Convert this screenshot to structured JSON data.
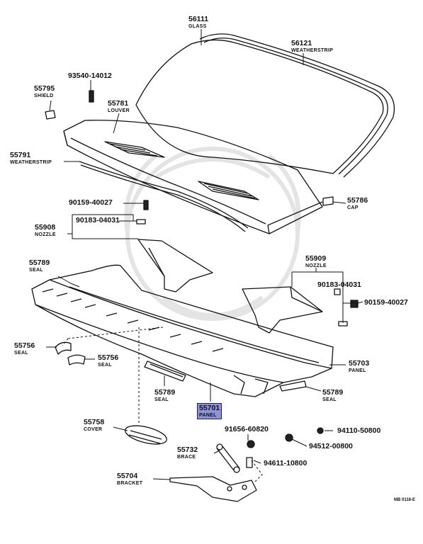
{
  "diagram": {
    "callouts": [
      {
        "id": "c56111",
        "part": "56111",
        "name": "GLASS"
      },
      {
        "id": "c56121",
        "part": "56121",
        "name": "WEATHERSTRIP"
      },
      {
        "id": "c93540",
        "part": "93540-14012",
        "name": ""
      },
      {
        "id": "c55795",
        "part": "55795",
        "name": "SHIELD"
      },
      {
        "id": "c55781",
        "part": "55781",
        "name": "LOUVER"
      },
      {
        "id": "c55791",
        "part": "55791",
        "name": "WEATHERSTRIP"
      },
      {
        "id": "c90159a",
        "part": "90159-40027",
        "name": ""
      },
      {
        "id": "c55786",
        "part": "55786",
        "name": "CAP"
      },
      {
        "id": "c90183a",
        "part": "90183-04031",
        "name": ""
      },
      {
        "id": "c55908",
        "part": "55908",
        "name": "NOZZLE"
      },
      {
        "id": "c55789a",
        "part": "55789",
        "name": "SEAL"
      },
      {
        "id": "c55909",
        "part": "55909",
        "name": "NOZZLE"
      },
      {
        "id": "c90183b",
        "part": "90183-04031",
        "name": ""
      },
      {
        "id": "c90159b",
        "part": "90159-40027",
        "name": ""
      },
      {
        "id": "c55756a",
        "part": "55756",
        "name": "SEAL"
      },
      {
        "id": "c55756b",
        "part": "55756",
        "name": "SEAL"
      },
      {
        "id": "c55703",
        "part": "55703",
        "name": "PANEL"
      },
      {
        "id": "c55789b",
        "part": "55789",
        "name": "SEAL"
      },
      {
        "id": "c55789c",
        "part": "55789",
        "name": "SEAL"
      },
      {
        "id": "c55701",
        "part": "55701",
        "name": "PANEL",
        "highlight": true
      },
      {
        "id": "c55758",
        "part": "55758",
        "name": "COVER"
      },
      {
        "id": "c91656",
        "part": "91656-60820",
        "name": ""
      },
      {
        "id": "c94110",
        "part": "94110-50800",
        "name": ""
      },
      {
        "id": "c94512",
        "part": "94512-00800",
        "name": ""
      },
      {
        "id": "c55732",
        "part": "55732",
        "name": "BRACE"
      },
      {
        "id": "c94611",
        "part": "94611-10800",
        "name": ""
      },
      {
        "id": "c55704",
        "part": "55704",
        "name": "BRACKET"
      }
    ],
    "drawing_code": "MB 0118-E",
    "highlight_color": "#8f93d6"
  }
}
